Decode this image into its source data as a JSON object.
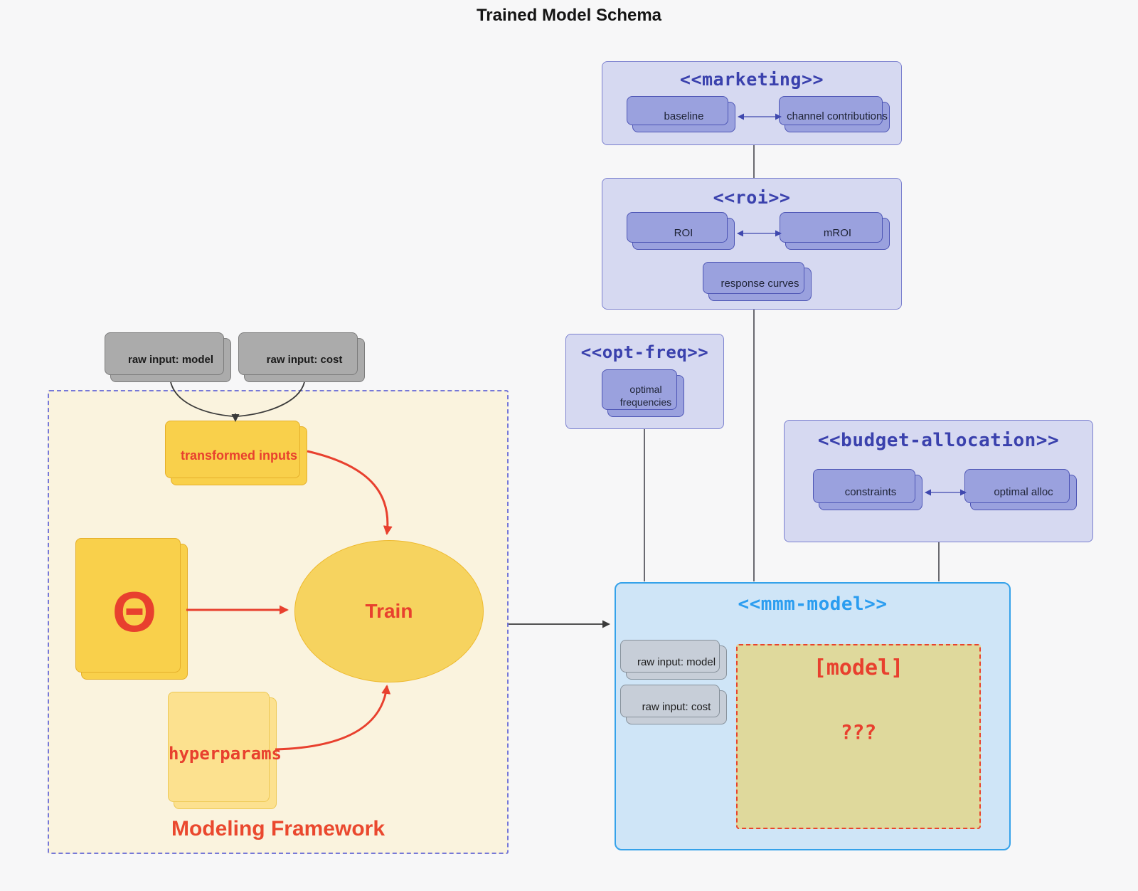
{
  "diagram": {
    "title": "Trained Model Schema"
  },
  "inputs": {
    "raw_model": "raw input: model",
    "raw_cost": "raw input: cost"
  },
  "framework": {
    "label": "Modeling Framework",
    "transformed": "transformed inputs",
    "theta": "Θ",
    "train": "Train",
    "hyperparams": "hyperparams"
  },
  "marketing": {
    "title": "<<marketing>>",
    "baseline": "baseline",
    "channel": "channel contributions"
  },
  "roi": {
    "title": "<<roi>>",
    "roi": "ROI",
    "mroi": "mROI",
    "response": "response curves"
  },
  "optfreq": {
    "title": "<<opt-freq>>",
    "optimal": "optimal frequencies"
  },
  "budget": {
    "title": "<<budget-allocation>>",
    "constraints": "constraints",
    "alloc": "optimal alloc"
  },
  "mmm": {
    "title": "<<mmm-model>>",
    "raw_model": "raw input: model",
    "raw_cost": "raw input: cost",
    "model_title": "[model]",
    "model_body": "???"
  },
  "colors": {
    "red_accent": "#e8402e",
    "indigo_title": "#3a41ad",
    "blue_title": "#2b9df0",
    "lavender_fill": "#d6d9f1",
    "purple_node": "#9aa1de",
    "mmm_fill": "#cfe5f7",
    "khaki_fill": "#dfd99c",
    "gold_fill": "#f9d04b",
    "cream_fill": "#faf3de",
    "gray_node": "#ababab"
  }
}
